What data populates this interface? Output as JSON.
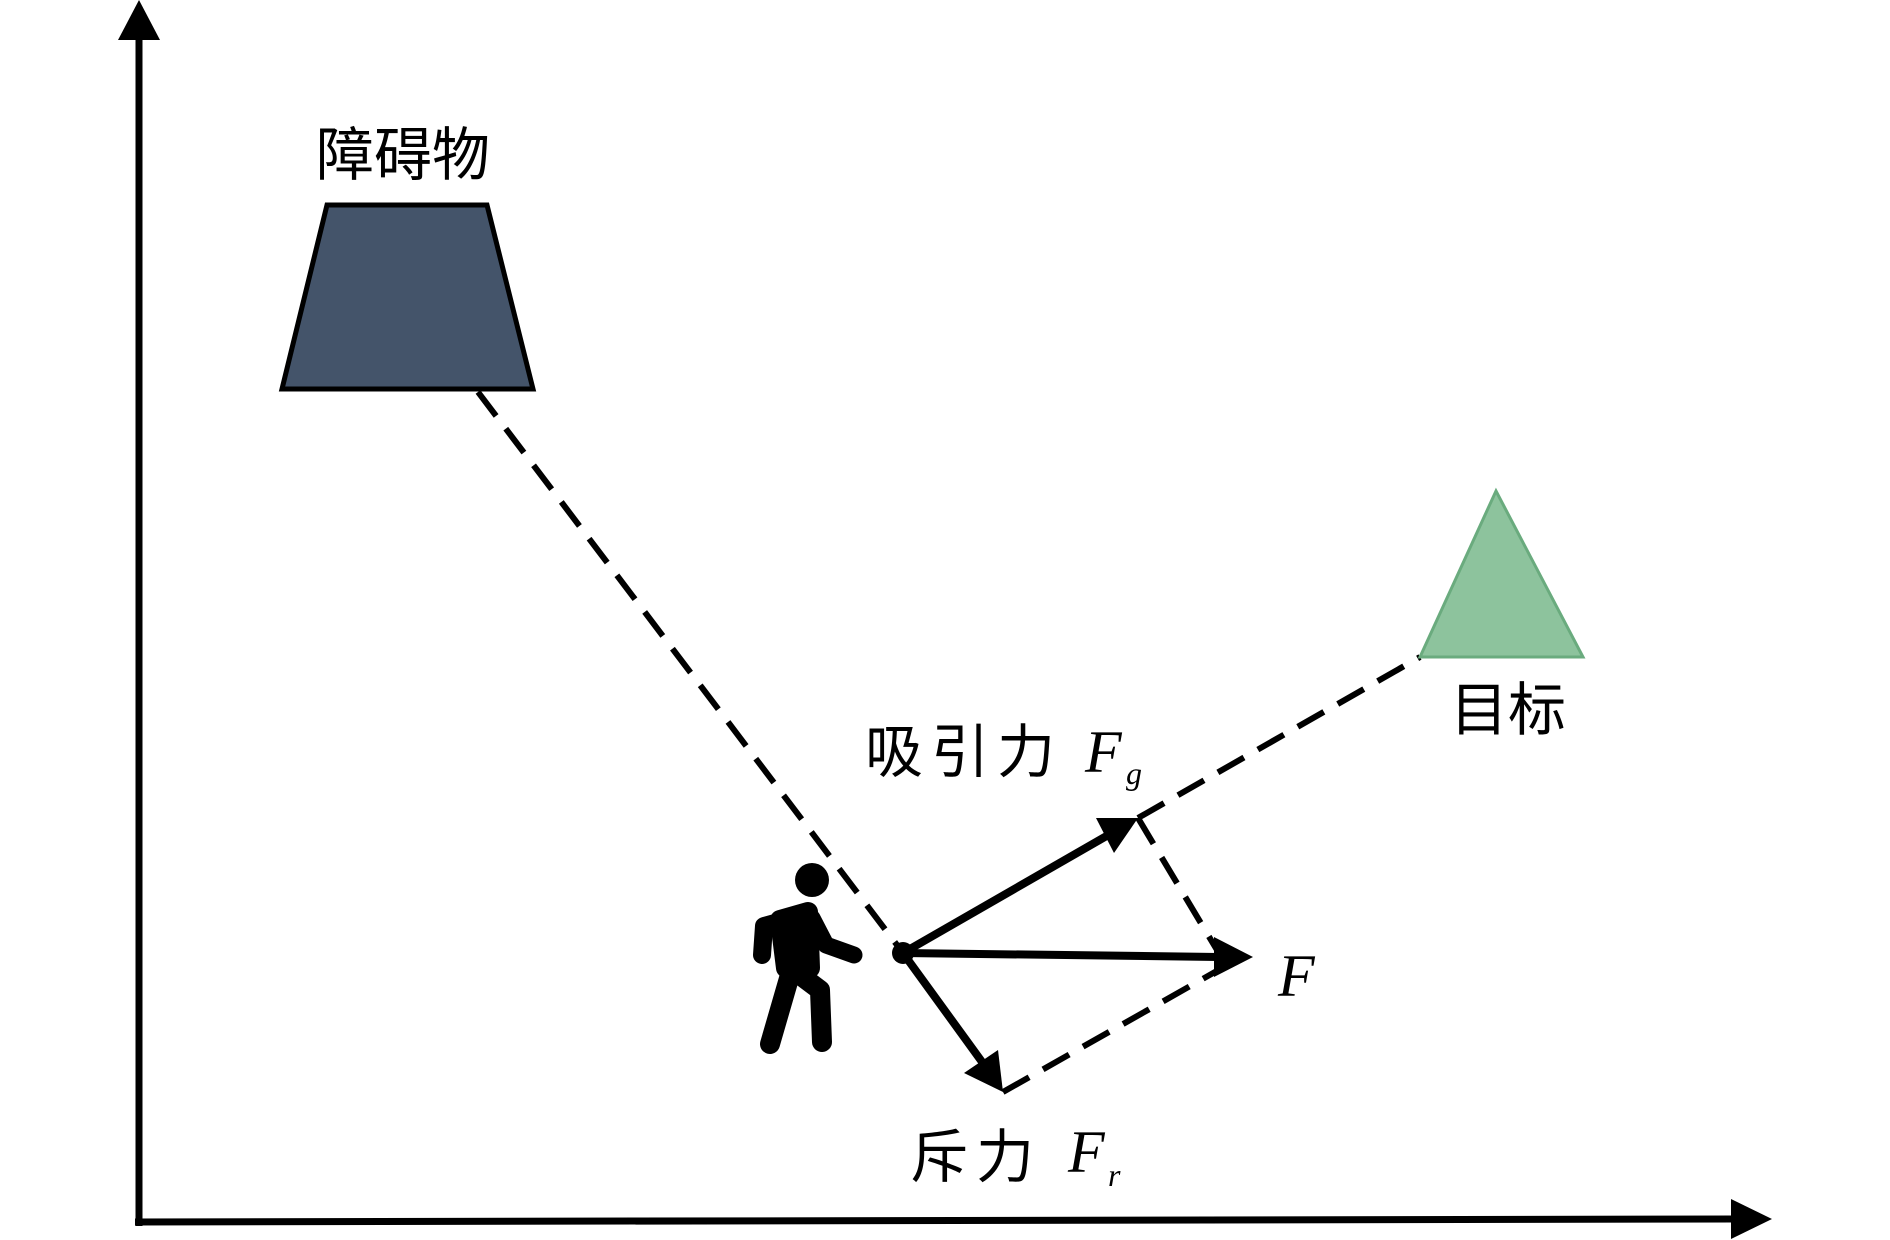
{
  "diagram": {
    "title": "Artificial potential field force diagram",
    "labels": {
      "obstacle": "障碍物",
      "goal": "目标",
      "attraction": "吸引力",
      "attraction_symbol": "F",
      "attraction_subscript": "g",
      "repulsion": "斥力",
      "repulsion_symbol": "F",
      "repulsion_subscript": "r",
      "resultant": "F"
    },
    "colors": {
      "obstacle_fill": "#44546a",
      "obstacle_stroke": "#000000",
      "goal_fill": "#8dc39d",
      "goal_stroke": "#6aab7e",
      "line": "#000000",
      "background": "#ffffff"
    },
    "icons": {
      "agent": "walking-person-icon"
    }
  }
}
